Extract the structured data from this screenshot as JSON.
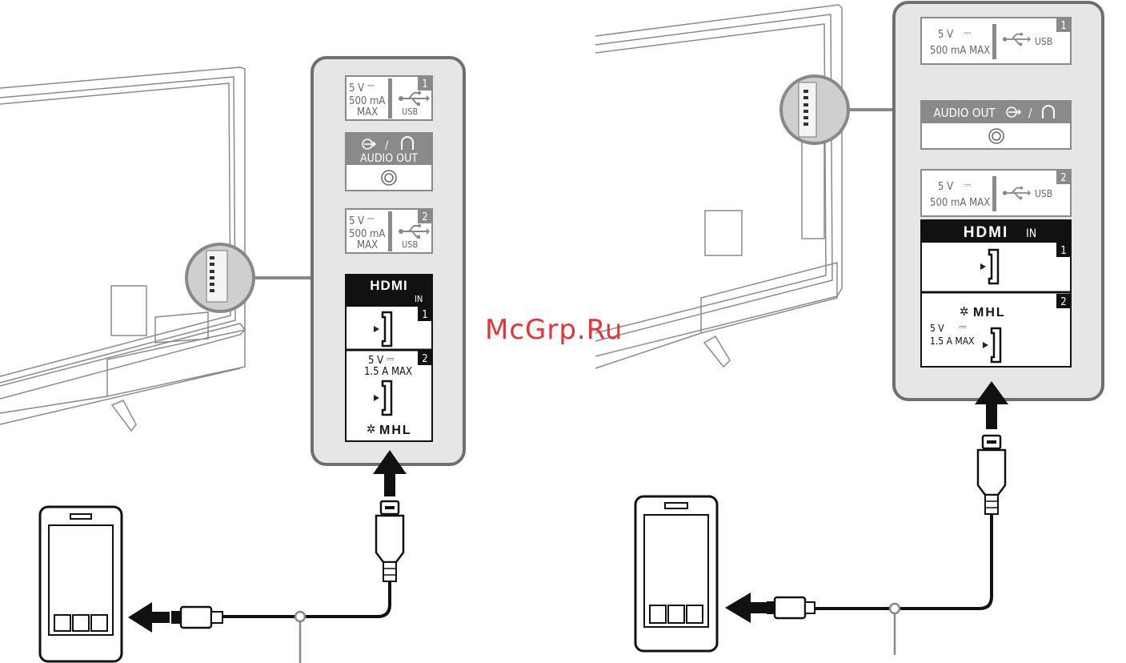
{
  "watermark": "McGrp.Ru",
  "left_panel": {
    "usb1": {
      "volt": "5 V",
      "current": "500 mA",
      "max": "MAX",
      "usb": "USB",
      "num": "1"
    },
    "audio": {
      "slash": "/",
      "label": "AUDIO OUT"
    },
    "usb2": {
      "volt": "5 V",
      "current": "500 mA",
      "max": "MAX",
      "usb": "USB",
      "num": "2"
    },
    "hdmi": {
      "logo": "HDMI",
      "in": "IN"
    },
    "hdmi1": {
      "num": "1"
    },
    "hdmi2": {
      "num": "2",
      "volt": "5 V",
      "current": "1.5 A MAX",
      "mhl": "MHL"
    }
  },
  "right_panel": {
    "usb1": {
      "volt": "5 V",
      "current": "500 mA MAX",
      "usb": "USB",
      "num": "1"
    },
    "audio": {
      "label": "AUDIO OUT",
      "slash": "/"
    },
    "usb2": {
      "volt": "5 V",
      "current": "500 mA MAX",
      "usb": "USB",
      "num": "2"
    },
    "hdmi": {
      "logo": "HDMI",
      "in": "IN"
    },
    "hdmi1": {
      "num": "1"
    },
    "hdmi2": {
      "num": "2",
      "volt": "5 V",
      "current": "1.5 A MAX",
      "mhl": "MHL"
    }
  }
}
